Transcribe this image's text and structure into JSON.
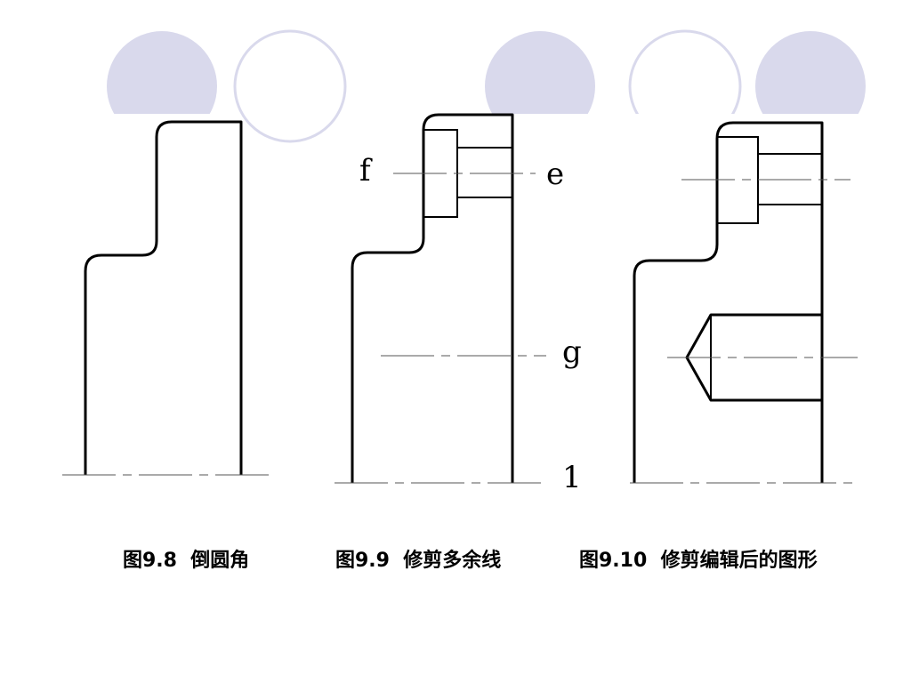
{
  "colors": {
    "circle_fill": "#d9d9ec",
    "circle_outline": "#d9d9ec",
    "line": "#000000"
  },
  "figure_9_9_labels": {
    "f": "f",
    "e": "e",
    "g": "g",
    "one": "1"
  },
  "captions": {
    "fig_9_8": "图9.8  倒圆角",
    "fig_9_9": "图9.9  修剪多余线",
    "fig_9_10": "图9.10  修剪编辑后的图形"
  }
}
